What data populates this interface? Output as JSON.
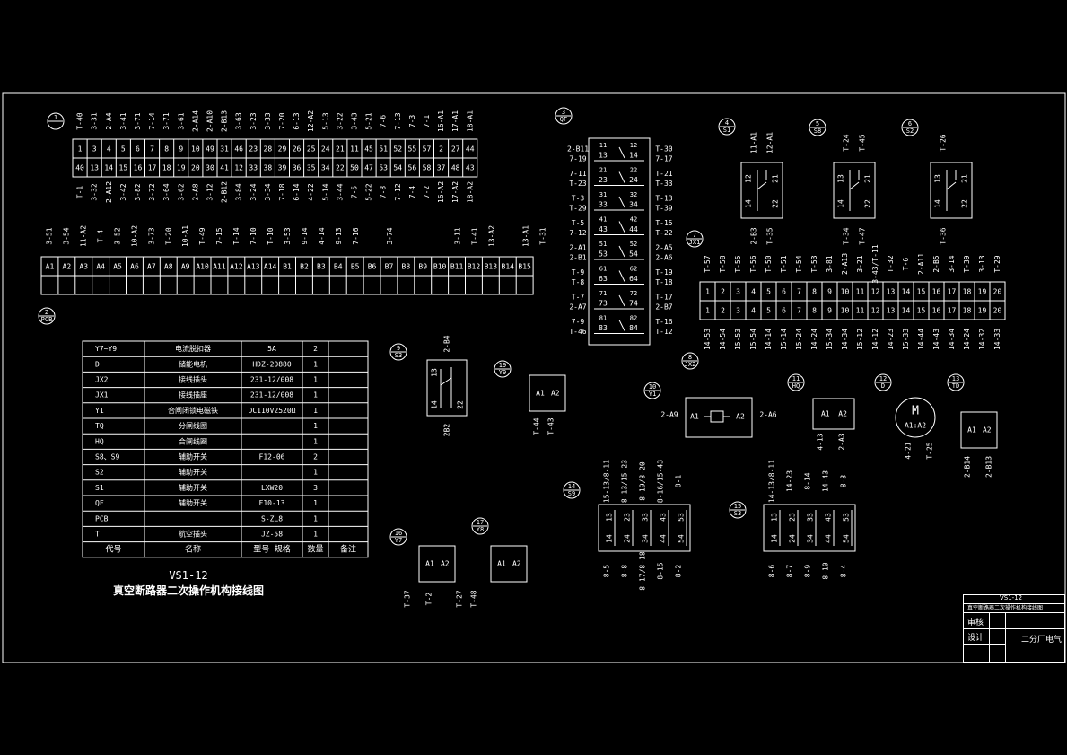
{
  "terminal_block_1": {
    "tag": "1",
    "top_labels": [
      "T-40",
      "3-31",
      "2-A4",
      "3-41",
      "3-71",
      "7-14",
      "3-71",
      "3-61",
      "2-A14",
      "2-A10",
      "2-B13",
      "3-63",
      "3-23",
      "3-33",
      "7-20",
      "6-13",
      "12-A2",
      "5-13",
      "3-22",
      "3-43",
      "5-21",
      "7-6",
      "7-13",
      "7-3",
      "7-1",
      "16-A1",
      "17-A1",
      "18-A1"
    ],
    "row1": [
      "1",
      "3",
      "4",
      "5",
      "6",
      "7",
      "8",
      "9",
      "10",
      "49",
      "31",
      "46",
      "23",
      "28",
      "29",
      "26",
      "25",
      "24",
      "21",
      "11",
      "45",
      "51",
      "52",
      "55",
      "57",
      "2",
      "27",
      "44"
    ],
    "row2": [
      "40",
      "13",
      "14",
      "15",
      "16",
      "17",
      "18",
      "19",
      "20",
      "30",
      "41",
      "12",
      "33",
      "38",
      "39",
      "36",
      "35",
      "34",
      "22",
      "50",
      "47",
      "53",
      "54",
      "56",
      "58",
      "37",
      "48",
      "43"
    ],
    "bottom_labels": [
      "T-1",
      "3-32",
      "2-A12",
      "3-42",
      "3-82",
      "3-72",
      "3-64",
      "3-62",
      "2-A8",
      "3-12",
      "2-B12",
      "3-84",
      "3-24",
      "3-34",
      "7-18",
      "6-14",
      "4-22",
      "5-14",
      "3-44",
      "7-5",
      "5-22",
      "7-8",
      "7-12",
      "7-4",
      "7-2",
      "16-A2",
      "17-A2",
      "18-A2"
    ]
  },
  "terminal_block_2": {
    "tag": "2",
    "tag_label": "PCB",
    "top_labels": [
      "3-51",
      "3-54",
      "11-A2",
      "T-4",
      "3-52",
      "10-A2",
      "3-73",
      "T-20",
      "10-A1",
      "T-49",
      "7-15",
      "T-14",
      "7-10",
      "T-10",
      "3-53",
      "9-14",
      "4-14",
      "9-13",
      "7-16",
      "",
      "3-74",
      "",
      "",
      "",
      "3-11",
      "T-41",
      "13-A2",
      "",
      "13-A1",
      "T-31"
    ],
    "cells": [
      "A1",
      "A2",
      "A3",
      "A4",
      "A5",
      "A6",
      "A7",
      "A8",
      "A9",
      "A10",
      "A11",
      "A12",
      "A13",
      "A14",
      "B1",
      "B2",
      "B3",
      "B4",
      "B5",
      "B6",
      "B7",
      "B8",
      "B9",
      "B10",
      "B11",
      "B12",
      "B13",
      "B14",
      "B15"
    ]
  },
  "switch_qf": {
    "tag": "3",
    "tag_label": "QF",
    "left": [
      "2-B11",
      "7-19",
      "7-11",
      "T-23",
      "T-3",
      "T-29",
      "T-5",
      "7-12",
      "2-A1",
      "2-B1",
      "T-9",
      "T-8",
      "T-7",
      "2-A7",
      "7-9",
      "T-46"
    ],
    "right": [
      "T-30",
      "7-17",
      "T-21",
      "T-33",
      "T-13",
      "T-39",
      "T-15",
      "T-22",
      "2-A5",
      "2-A6",
      "T-19",
      "T-18",
      "T-17",
      "2-B7",
      "T-16",
      "T-12"
    ],
    "contacts": [
      [
        "11",
        "12"
      ],
      [
        "13",
        "14"
      ],
      [
        "21",
        "22"
      ],
      [
        "23",
        "24"
      ],
      [
        "31",
        "32"
      ],
      [
        "33",
        "34"
      ],
      [
        "41",
        "42"
      ],
      [
        "43",
        "44"
      ],
      [
        "51",
        "52"
      ],
      [
        "53",
        "54"
      ],
      [
        "61",
        "62"
      ],
      [
        "63",
        "64"
      ],
      [
        "71",
        "72"
      ],
      [
        "73",
        "74"
      ],
      [
        "81",
        "82"
      ],
      [
        "83",
        "84"
      ]
    ]
  },
  "switch_s1": {
    "tag": "4",
    "tag_label": "S1",
    "top": [
      "11-A1",
      "12-A1"
    ],
    "bottom": [
      "2-B3",
      "T-35"
    ],
    "contacts": [
      "12",
      "21",
      "14",
      "22"
    ]
  },
  "switch_s8": {
    "tag": "5",
    "tag_label": "S8",
    "top": [
      "T-24",
      "T-45"
    ],
    "bottom": [
      "T-34",
      "T-47"
    ],
    "contacts": [
      "13",
      "21",
      "14",
      "22"
    ]
  },
  "switch_s2": {
    "tag": "6",
    "tag_label": "S2",
    "top": [
      "T-26"
    ],
    "bottom": [
      "T-36"
    ],
    "contacts": [
      "13",
      "21",
      "14",
      "22"
    ]
  },
  "terminal_block_jx1": {
    "tag": "7",
    "tag_label": "JX1",
    "top_labels": [
      "T-57",
      "T-58",
      "T-55",
      "T-56",
      "T-50",
      "T-51",
      "T-54",
      "T-53",
      "3-81",
      "2-A13",
      "3-21",
      "3-43/T-11",
      "T-32",
      "T-6",
      "2-A11",
      "2-B5",
      "3-14",
      "T-39",
      "3-13",
      "T-29"
    ],
    "row1": [
      "1",
      "2",
      "3",
      "4",
      "5",
      "6",
      "7",
      "8",
      "9",
      "10",
      "11",
      "12",
      "13",
      "14",
      "15",
      "16",
      "17",
      "18",
      "19",
      "20"
    ],
    "row2": [
      "1",
      "2",
      "3",
      "4",
      "5",
      "6",
      "7",
      "8",
      "9",
      "10",
      "11",
      "12",
      "13",
      "14",
      "15",
      "16",
      "17",
      "18",
      "19",
      "20"
    ],
    "bottom_labels": [
      "14-53",
      "14-54",
      "15-53",
      "15-54",
      "14-14",
      "15-14",
      "15-24",
      "14-24",
      "15-34",
      "14-34",
      "15-12",
      "14-12",
      "14-23",
      "15-33",
      "14-44",
      "14-43",
      "14-34",
      "14-24",
      "14-32",
      "14-33"
    ]
  },
  "component_jx2": {
    "tag": "8",
    "tag_label": "JX2"
  },
  "switch_s3": {
    "tag": "9",
    "tag_label": "S3",
    "top": [
      "2-B4"
    ],
    "bottom": [
      "2B2"
    ],
    "contacts": [
      "13",
      "14",
      "22"
    ]
  },
  "coil_y1": {
    "tag": "10",
    "tag_label": "Y1",
    "left": "2-A9",
    "right": "2-A6",
    "a1": "A1",
    "a2": "A2"
  },
  "coil_hq": {
    "tag": "11",
    "tag_label": "HQ",
    "a1": "A1",
    "a2": "A2",
    "bottom": [
      "4-13",
      "2-A3"
    ]
  },
  "motor_d": {
    "tag": "12",
    "tag_label": "D",
    "symbol": "M",
    "terms": "A1:A2",
    "bottom": [
      "4-21",
      "T-25"
    ]
  },
  "coil_td": {
    "tag": "13",
    "tag_label": "TD",
    "a1": "A1",
    "a2": "A2",
    "bottom": [
      "2-B14",
      "2-B13"
    ]
  },
  "switch_s9": {
    "tag": "14",
    "tag_label": "S9",
    "top": [
      "15-13/8-11",
      "8-13/15-23",
      "8-19/8-20",
      "8-16/15-43",
      "8-1"
    ],
    "bottom": [
      "8-5",
      "8-8",
      "8-17/8-18",
      "8-15",
      "8-2"
    ],
    "contacts": [
      [
        "13",
        "14"
      ],
      [
        "23",
        "24"
      ],
      [
        "33",
        "34"
      ],
      [
        "43",
        "44"
      ],
      [
        "53",
        "54"
      ]
    ]
  },
  "switch_s3b": {
    "tag": "15",
    "tag_label": "S3",
    "top": [
      "14-13/8-11",
      "14-23",
      "8-14",
      "14-43",
      "8-3"
    ],
    "bottom": [
      "8-6",
      "8-7",
      "8-9",
      "8-10",
      "8-4"
    ],
    "contacts": [
      [
        "13",
        "14"
      ],
      [
        "23",
        "24"
      ],
      [
        "33",
        "34"
      ],
      [
        "43",
        "44"
      ],
      [
        "53",
        "54"
      ]
    ]
  },
  "coil_y7": {
    "tag": "16",
    "tag_label": "Y7",
    "a1": "A1",
    "a2": "A2",
    "bottom": [
      "T-37",
      "T-2",
      "T-27",
      "T-48"
    ]
  },
  "coil_y8": {
    "tag": "17",
    "tag_label": "Y8",
    "a1": "A1",
    "a2": "A2"
  },
  "coil_y9": {
    "tag": "19",
    "tag_label": "Y9",
    "a1": "A1",
    "a2": "A2",
    "bottom": [
      "T-44",
      "T-43"
    ]
  },
  "bom": {
    "headers": [
      "代号",
      "名称",
      "型号 规格",
      "数量",
      "备注"
    ],
    "rows": [
      [
        "Y7~Y9",
        "电流脱扣器",
        "5A",
        "2",
        ""
      ],
      [
        "D",
        "储能电机",
        "HDZ-20880",
        "1",
        ""
      ],
      [
        "JX2",
        "接线插头",
        "231-12/008",
        "1",
        ""
      ],
      [
        "JX1",
        "接线插座",
        "231-12/008",
        "1",
        ""
      ],
      [
        "Y1",
        "合闸闭锁电磁铁",
        "DC110V2520Ω",
        "1",
        ""
      ],
      [
        "TQ",
        "分闸线圈",
        "",
        "1",
        ""
      ],
      [
        "HQ",
        "合闸线圈",
        "",
        "1",
        ""
      ],
      [
        "S8、S9",
        "辅助开关",
        "F12-06",
        "2",
        ""
      ],
      [
        "S2",
        "辅助开关",
        "",
        "1",
        ""
      ],
      [
        "S1",
        "辅助开关",
        "LXW20",
        "3",
        ""
      ],
      [
        "QF",
        "辅助开关",
        "F10-13",
        "1",
        ""
      ],
      [
        "PCB",
        "",
        "S-ZL8",
        "1",
        ""
      ],
      [
        "T",
        "航空插头",
        "JZ-58",
        "1",
        ""
      ]
    ]
  },
  "caption": {
    "model": "VS1-12",
    "title": "真空断路器二次操作机构接线图"
  },
  "title_block": {
    "model": "VS1-12",
    "subtitle": "真空断路器二次操作机构接线图",
    "review_label": "审核",
    "design_label": "设计",
    "company": "二分厂电气"
  }
}
